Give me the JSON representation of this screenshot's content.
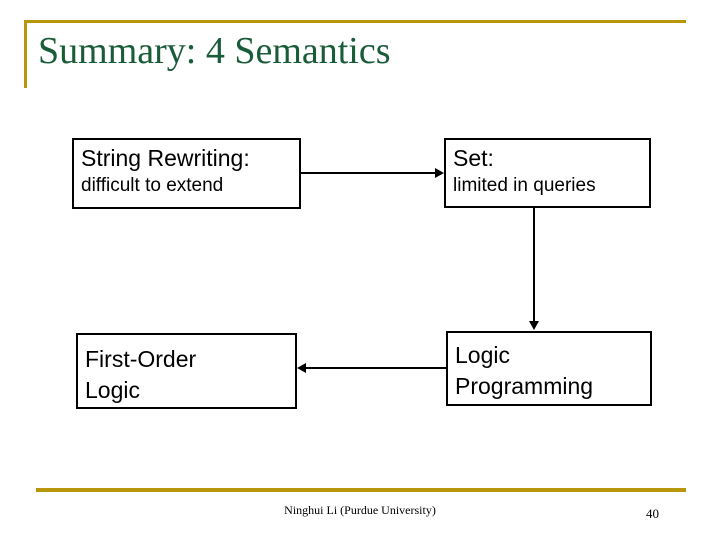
{
  "slide": {
    "title": "Summary: 4 Semantics",
    "accent_color": "#b8960c",
    "title_color": "#1a5c3a",
    "background_color": "#ffffff",
    "diagram_stroke_color": "#000000"
  },
  "diagram": {
    "boxes": [
      {
        "id": "string-rewriting",
        "heading": "String Rewriting:",
        "note": "difficult to extend"
      },
      {
        "id": "set",
        "heading": "Set:",
        "note": "limited in queries"
      },
      {
        "id": "first-order-logic",
        "heading": "First-Order",
        "note": "Logic"
      },
      {
        "id": "logic-programming",
        "heading": "Logic",
        "note": "Programming"
      }
    ],
    "connectors": [
      {
        "id": "string-rewriting-to-set",
        "from": "string-rewriting",
        "to": "set",
        "direction": "right"
      },
      {
        "id": "set-to-logic-programming",
        "from": "set",
        "to": "logic-programming",
        "direction": "down"
      },
      {
        "id": "logic-programming-to-first-order-logic",
        "from": "logic-programming",
        "to": "first-order-logic",
        "direction": "left"
      }
    ]
  },
  "footer": {
    "credit": "Ninghui Li (Purdue University)",
    "page_number": "40"
  }
}
